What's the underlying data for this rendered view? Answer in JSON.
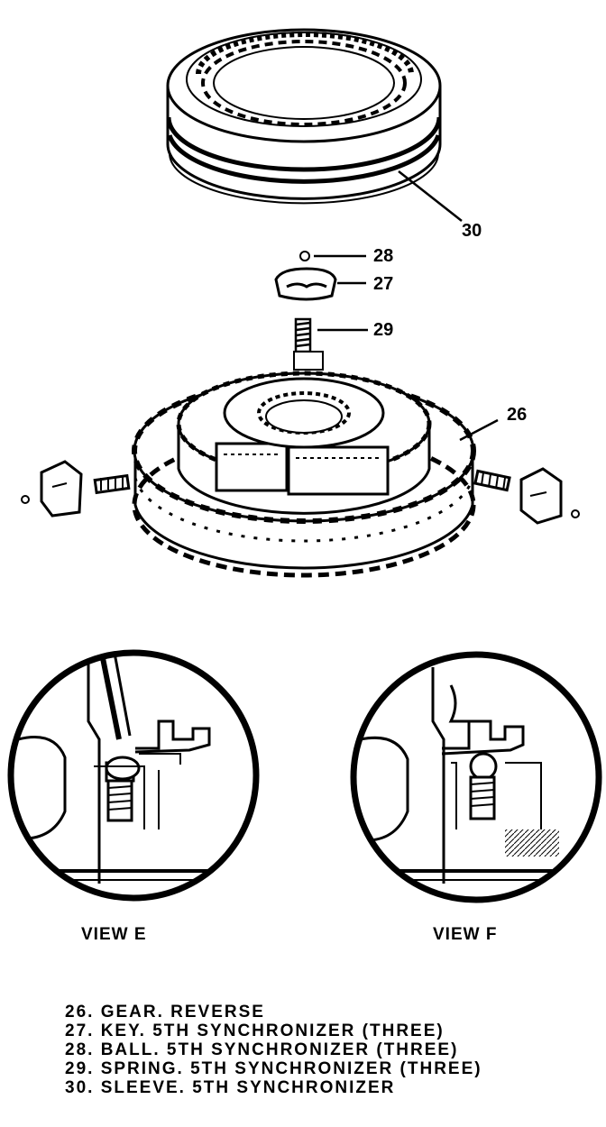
{
  "callouts": {
    "c30": "30",
    "c28": "28",
    "c27": "27",
    "c29": "29",
    "c26": "26"
  },
  "views": {
    "e": "VIEW E",
    "f": "VIEW F"
  },
  "legend": [
    "26. GEAR. REVERSE",
    "27. KEY. 5TH SYNCHRONIZER (THREE)",
    "28. BALL. 5TH SYNCHRONIZER (THREE)",
    "29. SPRING. 5TH SYNCHRONIZER (THREE)",
    "30. SLEEVE. 5TH SYNCHRONIZER"
  ]
}
